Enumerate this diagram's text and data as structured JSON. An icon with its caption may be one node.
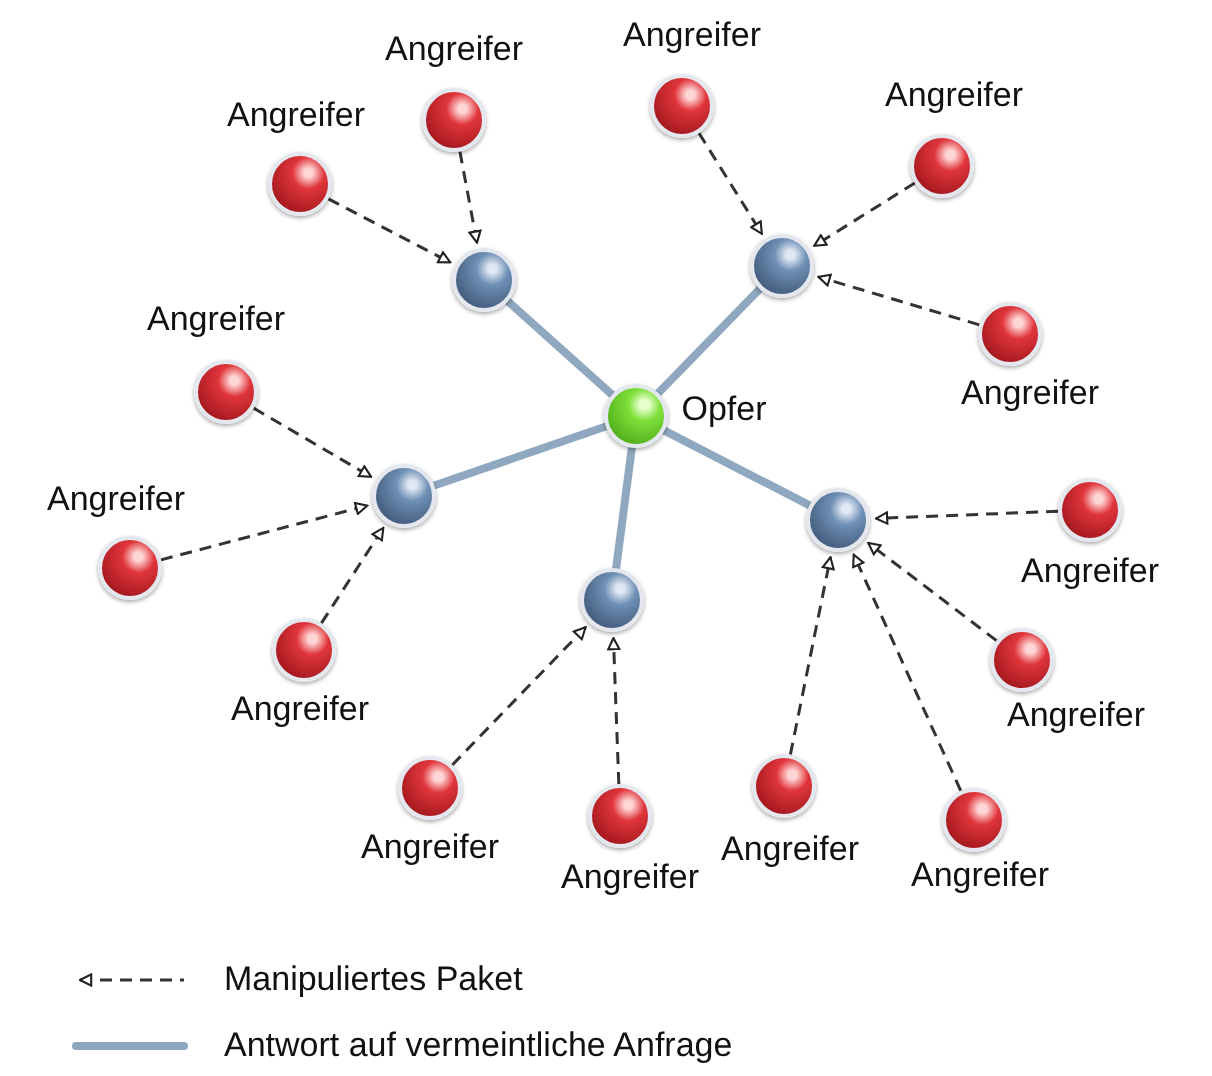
{
  "diagram": {
    "nodes": [
      {
        "text": [],
        "shape": "circle",
        "beside": [
          "Opfer"
        ]
      },
      {
        "text": [],
        "shape": "circle"
      },
      {
        "text": [],
        "shape": "circle"
      },
      {
        "text": [],
        "shape": "circle"
      },
      {
        "text": [],
        "shape": "circle"
      },
      {
        "text": [],
        "shape": "circle"
      },
      {
        "text": [],
        "shape": "circle",
        "beside": [
          "Angreifer"
        ]
      },
      {
        "text": [],
        "shape": "circle",
        "beside": [
          "Angreifer"
        ]
      },
      {
        "text": [],
        "shape": "circle",
        "beside": [
          "Angreifer"
        ]
      },
      {
        "text": [],
        "shape": "circle",
        "beside": [
          "Angreifer"
        ]
      },
      {
        "text": [],
        "shape": "circle",
        "beside": [
          "Angreifer"
        ]
      },
      {
        "text": [],
        "shape": "circle",
        "beside": [
          "Angreifer"
        ]
      },
      {
        "text": [],
        "shape": "circle",
        "beside": [
          "Angreifer"
        ]
      },
      {
        "text": [],
        "shape": "circle",
        "beside": [
          "Angreifer"
        ]
      },
      {
        "text": [],
        "shape": "circle",
        "beside": [
          "Angreifer"
        ]
      },
      {
        "text": [],
        "shape": "circle",
        "beside": [
          "Angreifer"
        ]
      },
      {
        "text": [],
        "shape": "circle",
        "beside": [
          "Angreifer"
        ]
      },
      {
        "text": [],
        "shape": "circle",
        "beside": [
          "Angreifer"
        ]
      },
      {
        "text": [],
        "shape": "circle",
        "beside": [
          "Angreifer"
        ]
      },
      {
        "text": [],
        "shape": "circle",
        "beside": [
          "Angreifer"
        ]
      }
    ],
    "edges": [
      {
        "from": 0,
        "to": 1,
        "arrow": "none",
        "style": "thick",
        "color": "#8fa7bf"
      },
      {
        "from": 0,
        "to": 2,
        "arrow": "none",
        "style": "thick",
        "color": "#8fa7bf"
      },
      {
        "from": 0,
        "to": 3,
        "arrow": "none",
        "style": "thick",
        "color": "#8fa7bf"
      },
      {
        "from": 0,
        "to": 4,
        "arrow": "none",
        "style": "thick",
        "color": "#8fa7bf"
      },
      {
        "from": 0,
        "to": 5,
        "arrow": "none",
        "style": "thick",
        "color": "#8fa7bf"
      },
      {
        "from": 6,
        "to": 1,
        "arrow": "to",
        "style": "dashed"
      },
      {
        "from": 7,
        "to": 1,
        "arrow": "to",
        "style": "dashed"
      },
      {
        "from": 8,
        "to": 2,
        "arrow": "to",
        "style": "dashed"
      },
      {
        "from": 9,
        "to": 2,
        "arrow": "to",
        "style": "dashed"
      },
      {
        "from": 10,
        "to": 2,
        "arrow": "to",
        "style": "dashed"
      },
      {
        "from": 11,
        "to": 5,
        "arrow": "to",
        "style": "dashed"
      },
      {
        "from": 12,
        "to": 5,
        "arrow": "to",
        "style": "dashed"
      },
      {
        "from": 13,
        "to": 5,
        "arrow": "to",
        "style": "dashed"
      },
      {
        "from": 14,
        "to": 5,
        "arrow": "to",
        "style": "dashed"
      },
      {
        "from": 15,
        "to": 4,
        "arrow": "to",
        "style": "dashed"
      },
      {
        "from": 16,
        "to": 4,
        "arrow": "to",
        "style": "dashed"
      },
      {
        "from": 17,
        "to": 3,
        "arrow": "to",
        "style": "dashed"
      },
      {
        "from": 18,
        "to": 3,
        "arrow": "to",
        "style": "dashed"
      },
      {
        "from": 19,
        "to": 3,
        "arrow": "to",
        "style": "dashed"
      }
    ],
    "legend": [
      {
        "text": "Manipuliertes Paket"
      },
      {
        "text": "Antwort auf vermeintliche Anfrage"
      }
    ]
  }
}
